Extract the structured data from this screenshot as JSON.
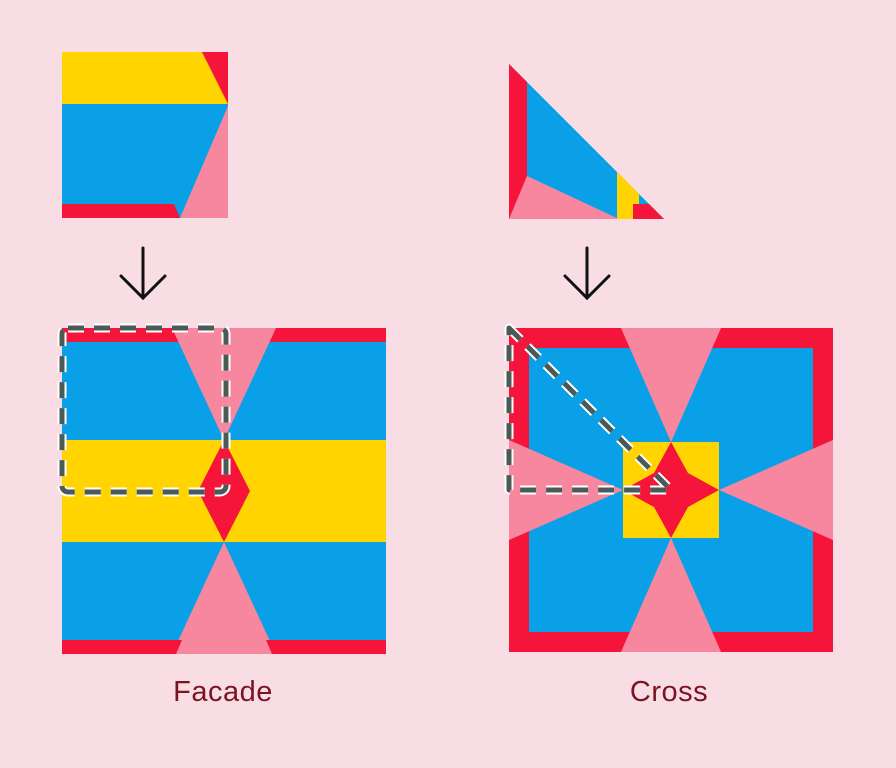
{
  "colors": {
    "background": "#f9dde4",
    "yellow": "#ffd400",
    "blue": "#0aa0e8",
    "pink": "#f7879e",
    "red": "#f5153a",
    "dash": "#4a5a56",
    "arrow": "#111111",
    "caption": "#7a1420"
  },
  "patterns": [
    {
      "id": "facade",
      "label": "Facade",
      "tile_shape": "square",
      "symmetry": "mirror"
    },
    {
      "id": "cross",
      "label": "Cross",
      "tile_shape": "right-triangle",
      "symmetry": "rotational-mirror"
    }
  ]
}
